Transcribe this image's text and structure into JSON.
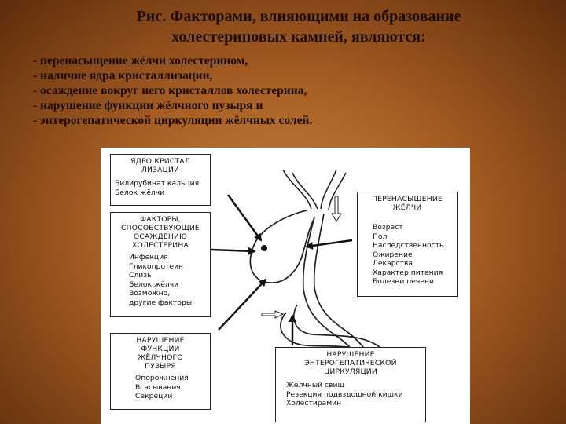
{
  "slide": {
    "title_line1": "Рис. Факторами, влияющими на образование",
    "title_line2": "холестериновых камней, являются:",
    "bullets": [
      "- перенасыщение жёлчи холестерином,",
      "- наличие ядра кристаллизации,",
      "- осаждение вокруг него кристаллов холестерина,",
      "- нарушение функции жёлчного  пузыря и",
      "- энтерогепатической циркуляции жёлчных солей."
    ]
  },
  "diagram": {
    "nucleus_box": {
      "title_line1": "ЯДРО КРИСТАЛ",
      "title_line2": "ЛИЗАЦИИ",
      "items": [
        "Билирубинат кальция",
        "Белок жёлчи"
      ]
    },
    "factors_box": {
      "title_line1": "ФАКТОРЫ,",
      "title_line2": "СПОСОБСТВУЮЩИЕ",
      "title_line3": "ОСАЖДЕНИЮ",
      "title_line4": "ХОЛЕСТЕРИНА",
      "items": [
        "Инфекция",
        "Гликопротеин",
        "Слизь",
        "Белок жёлчи",
        "Возможно,",
        "другие факторы"
      ]
    },
    "gallbladder_box": {
      "title_line1": "НАРУШЕНИЕ",
      "title_line2": "ФУНКЦИИ",
      "title_line3": "ЖЁЛЧНОГО",
      "title_line4": "ПУЗЫРЯ",
      "items": [
        "Опорожнения",
        "Всасывания",
        "Секреции"
      ]
    },
    "supersaturation_box": {
      "title_line1": "ПЕРЕНАСЫЩЕНИЕ",
      "title_line2": "ЖЁЛЧИ",
      "items": [
        "Возраст",
        "Пол",
        "Наследственность",
        "Ожирение",
        "Лекарства",
        "Характер питания",
        "Болезни печени"
      ]
    },
    "enterohepatic_box": {
      "title_line1": "НАРУШЕНИЕ",
      "title_line2": "ЭНТЕРОГЕПАТИЧЕСКОЙ",
      "title_line3": "ЦИРКУЛЯЦИИ",
      "items": [
        "Жёлчный свищ",
        "Резекция подвздошной кишки",
        "Холестирамин"
      ]
    }
  }
}
